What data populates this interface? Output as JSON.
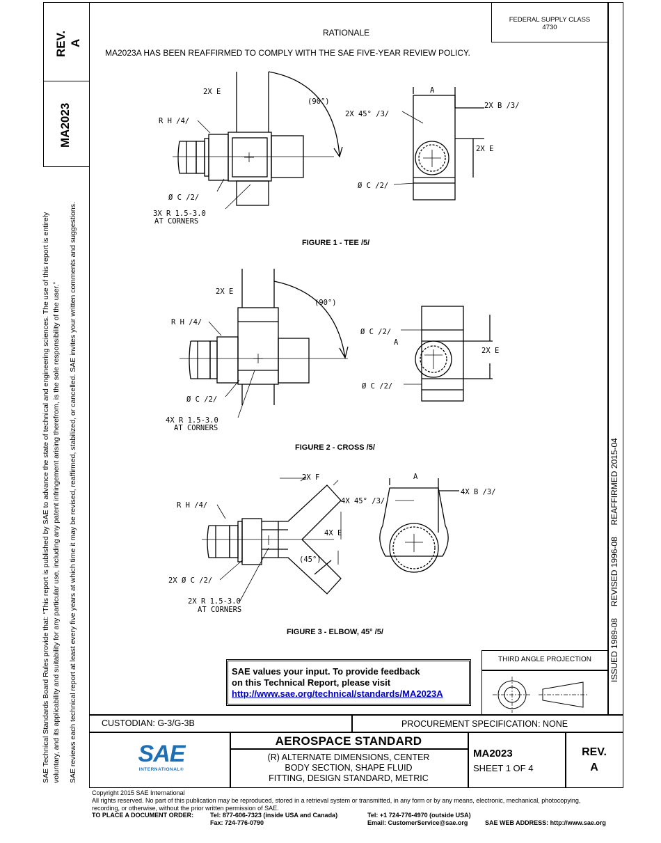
{
  "side_panel": {
    "rev_label": "REV.",
    "rev_value": "A",
    "doc_number": "MA2023",
    "disclaimer_line1": "SAE Technical Standards Board Rules provide that: “This report is published by SAE to advance the state of technical and engineering sciences. The use of this report is entirely",
    "disclaimer_line2": "voluntary, and its applicability and suitability for any particular use, including any patent infringement arising therefrom, is the sole responsibility of the user.”",
    "disclaimer_line3": "SAE reviews each technical report at least every five years at which time it may be revised, reaffirmed, stabilized, or cancelled. SAE invites your written comments and suggestions."
  },
  "right_strip": {
    "dates": "ISSUED 1989-08     REVISED 1996-08     REAFFIRMED 2015-04"
  },
  "header": {
    "rationale_title": "RATIONALE",
    "rationale_text": "MA2023A HAS BEEN REAFFIRMED TO COMPLY WITH THE SAE FIVE-YEAR REVIEW POLICY.",
    "supply_class_label": "FEDERAL SUPPLY CLASS",
    "supply_class_value": "4730"
  },
  "figures": {
    "fig1": {
      "caption": "FIGURE 1 - TEE /5/",
      "labels": [
        "2X E",
        "(90°)",
        "R H /4/",
        "Ø C /2/",
        "3X R 1.5-3.0",
        "AT CORNERS",
        "A",
        "2X B /3/",
        "2X 45° /3/",
        "2X E",
        "Ø C /2/"
      ]
    },
    "fig2": {
      "caption": "FIGURE 2 - CROSS /5/",
      "labels": [
        "2X E",
        "(90°)",
        "R H /4/",
        "Ø C /2/",
        "4X R 1.5-3.0",
        "AT CORNERS",
        "Ø C /2/",
        "A",
        "2X E",
        "Ø C /2/"
      ]
    },
    "fig3": {
      "caption": "FIGURE 3 - ELBOW, 45° /5/",
      "labels": [
        "2X F",
        "R H /4/",
        "4X E",
        "(45°)",
        "2X Ø C /2/",
        "2X R 1.5-3.0",
        "AT CORNERS",
        "A",
        "4X 45° /3/",
        "4X B /3/"
      ]
    }
  },
  "feedback": {
    "line1": "SAE values your input. To provide feedback",
    "line2": "on this Technical Report, please visit",
    "link": "http://www.sae.org/technical/standards/MA2023A"
  },
  "projection": {
    "label": "THIRD ANGLE PROJECTION"
  },
  "title_block": {
    "custodian": "CUSTODIAN: G-3/G-3B",
    "procurement": "PROCUREMENT SPECIFICATION: NONE",
    "standard_type": "AEROSPACE STANDARD",
    "title_line1": "(R) ALTERNATE DIMENSIONS, CENTER",
    "title_line2": "BODY SECTION, SHAPE FLUID",
    "title_line3": "FITTING, DESIGN STANDARD, METRIC",
    "doc_number": "MA2023",
    "sheet": "SHEET 1 OF 4",
    "rev_label": "REV.",
    "rev_value": "A",
    "logo_text": "SAE",
    "logo_subtext": "INTERNATIONAL®"
  },
  "footer": {
    "copyright": "Copyright 2015 SAE International",
    "rights_line1": "All rights reserved. No part of this publication may be reproduced, stored in a retrieval system or transmitted, in any form or by any means, electronic, mechanical, photocopying,",
    "rights_line2": "recording, or otherwise, without the prior written permission of SAE.",
    "order_label": "TO PLACE A DOCUMENT ORDER:",
    "tel_usa": "Tel: 877-606-7323 (inside USA and Canada)",
    "fax": "Fax: 724-776-0790",
    "tel_intl": "Tel: +1 724-776-4970 (outside USA)",
    "email": "Email: CustomerService@sae.org",
    "web": "SAE WEB ADDRESS: http://www.sae.org"
  },
  "colors": {
    "link": "#0000cc",
    "logo_blue": "#1f6fb5"
  }
}
